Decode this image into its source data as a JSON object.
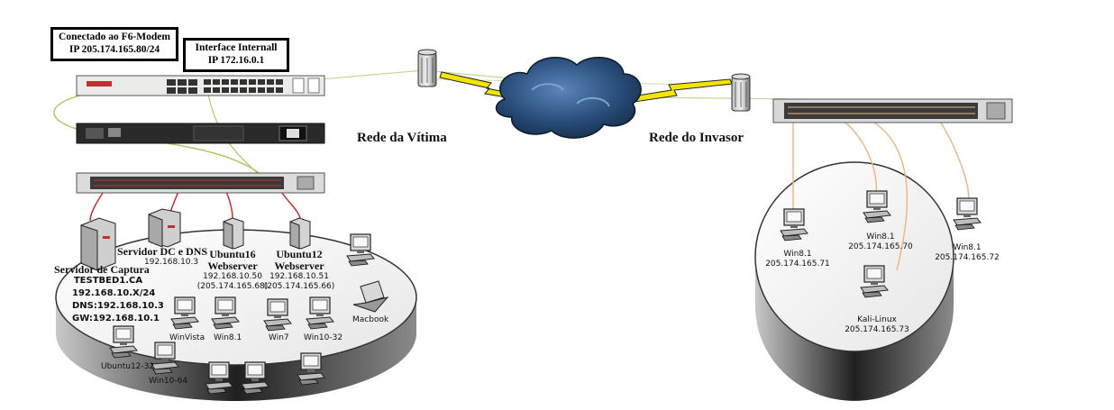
{
  "callouts": {
    "modem_line1": "Conectado ao F6-Modem",
    "modem_line2": "IP 205.174.165.80/24",
    "internal_line1": "Interface Internall",
    "internal_line2": "IP 172.16.0.1"
  },
  "networks": {
    "victim": "Rede da Vítima",
    "attacker": "Rede do Invasor"
  },
  "victim_servers": {
    "capture_title": "Servidor de Captura",
    "capture_details": [
      "TESTBED1.CA",
      "192.168.10.X/24",
      "DNS:192.168.10.3",
      "GW:192.168.10.1"
    ],
    "dc_title": "Servidor DC e DNS",
    "dc_ip": "192.168.10.3",
    "u16_title_1": "Ubuntu16",
    "u16_title_2": "Webserver",
    "u16_ip": "192.168.10.50",
    "u16_public": "(205.174.165.68)",
    "u12_title_1": "Ubuntu12",
    "u12_title_2": "Webserver",
    "u12_ip": "192.168.10.51",
    "u12_public": "(205.174.165.66)"
  },
  "victim_clients": {
    "macbook": "Macbook",
    "winvista": "WinVista",
    "win81": "Win8.1",
    "win7": "Win7",
    "win10_32": "Win10-32",
    "ubuntu12_32": "Ubuntu12-32",
    "win10_64": "Win10-64"
  },
  "attacker_hosts": {
    "a1_name": "Win8.1",
    "a1_ip": "205.174.165.71",
    "a2_name": "Win8.1",
    "a2_ip": "205.174.165.70",
    "a3_name": "Win8.1",
    "a3_ip": "205.174.165.72",
    "kali_name": "Kali-Linux",
    "kali_ip": "205.174.165.73"
  },
  "colors": {
    "cloud": "#1f3f66",
    "lightning": "#f2e600",
    "cable_green": "#b4c46a",
    "cable_red": "#c03030",
    "cable_orange": "#e8b98a"
  }
}
